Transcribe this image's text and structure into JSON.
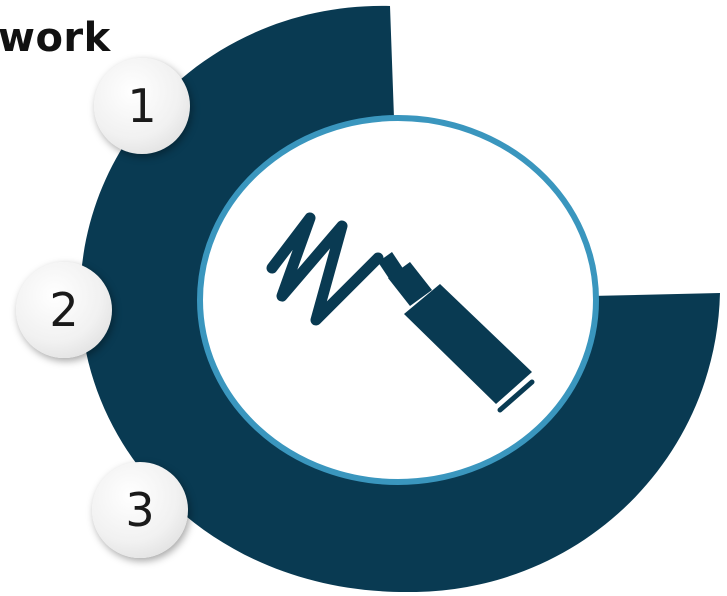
{
  "title_fragment": "work",
  "steps": [
    {
      "number": "1"
    },
    {
      "number": "2"
    },
    {
      "number": "3"
    }
  ],
  "center_icon": "highlighter-marker-icon",
  "colors": {
    "ring": "#093A52",
    "inner_border": "#3A96BE",
    "inner_fill": "#FFFFFF",
    "icon": "#093A52"
  }
}
